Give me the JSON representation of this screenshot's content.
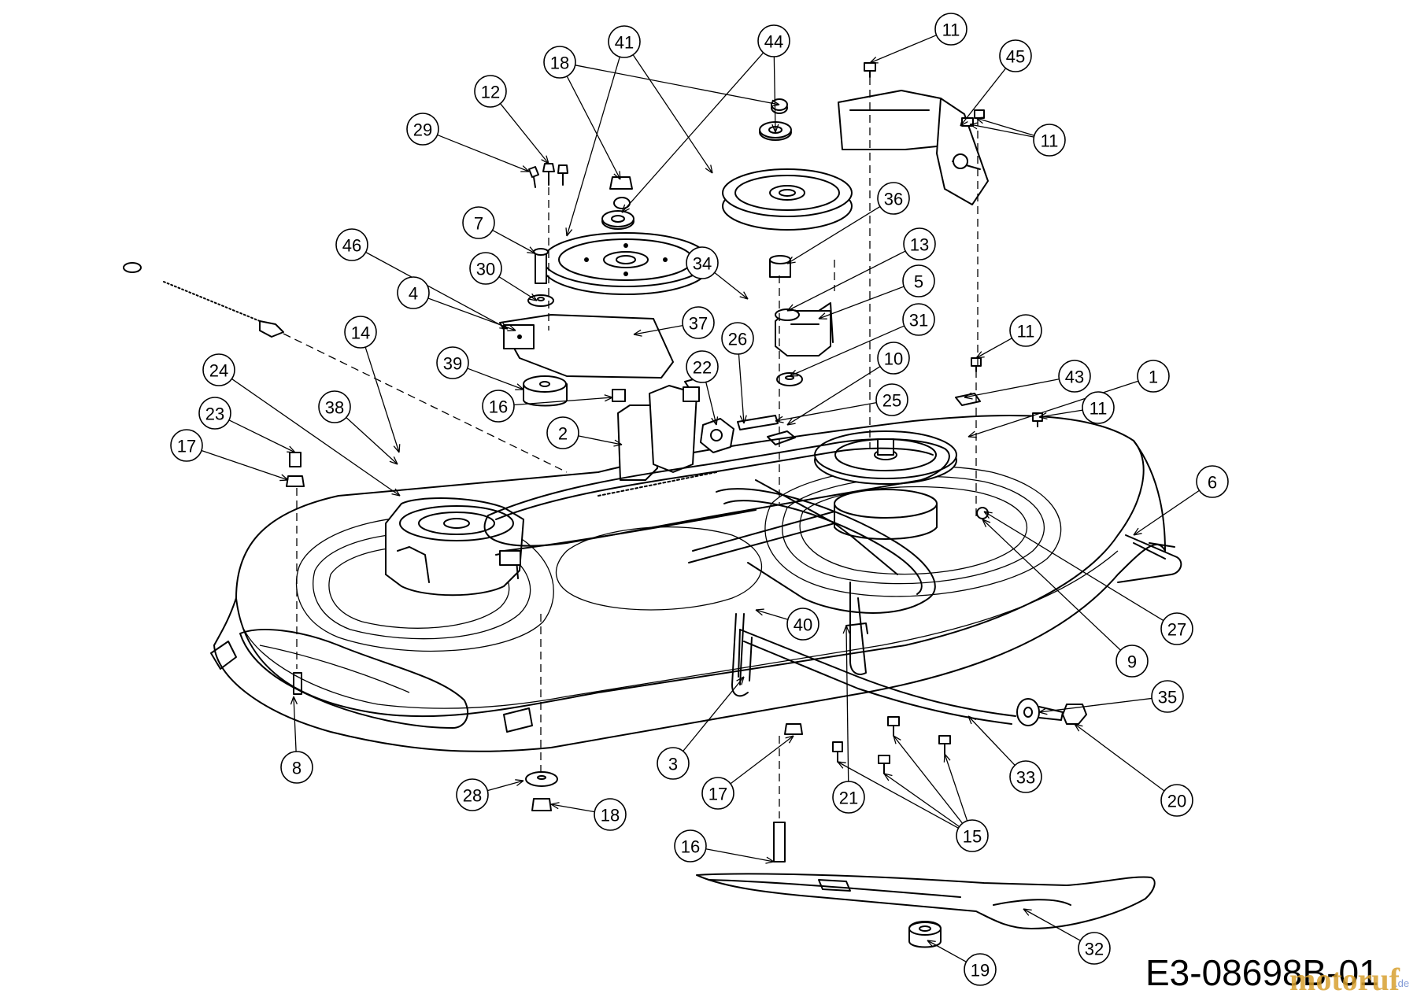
{
  "drawing_code": "E3-08698B-01",
  "watermark": {
    "text": "motoruf",
    "suffix": ".de"
  },
  "callouts": [
    {
      "num": "1"
    },
    {
      "num": "2"
    },
    {
      "num": "3"
    },
    {
      "num": "4"
    },
    {
      "num": "5"
    },
    {
      "num": "6"
    },
    {
      "num": "7"
    },
    {
      "num": "8"
    },
    {
      "num": "9"
    },
    {
      "num": "10"
    },
    {
      "num": "11"
    },
    {
      "num": "11"
    },
    {
      "num": "11"
    },
    {
      "num": "11"
    },
    {
      "num": "12"
    },
    {
      "num": "13"
    },
    {
      "num": "14"
    },
    {
      "num": "15"
    },
    {
      "num": "16"
    },
    {
      "num": "16"
    },
    {
      "num": "17"
    },
    {
      "num": "17"
    },
    {
      "num": "18"
    },
    {
      "num": "18"
    },
    {
      "num": "19"
    },
    {
      "num": "20"
    },
    {
      "num": "21"
    },
    {
      "num": "22"
    },
    {
      "num": "23"
    },
    {
      "num": "24"
    },
    {
      "num": "25"
    },
    {
      "num": "26"
    },
    {
      "num": "27"
    },
    {
      "num": "28"
    },
    {
      "num": "29"
    },
    {
      "num": "30"
    },
    {
      "num": "31"
    },
    {
      "num": "32"
    },
    {
      "num": "33"
    },
    {
      "num": "34"
    },
    {
      "num": "35"
    },
    {
      "num": "36"
    },
    {
      "num": "37"
    },
    {
      "num": "38"
    },
    {
      "num": "39"
    },
    {
      "num": "40"
    },
    {
      "num": "41"
    },
    {
      "num": "43"
    },
    {
      "num": "44"
    },
    {
      "num": "45"
    },
    {
      "num": "46"
    }
  ]
}
